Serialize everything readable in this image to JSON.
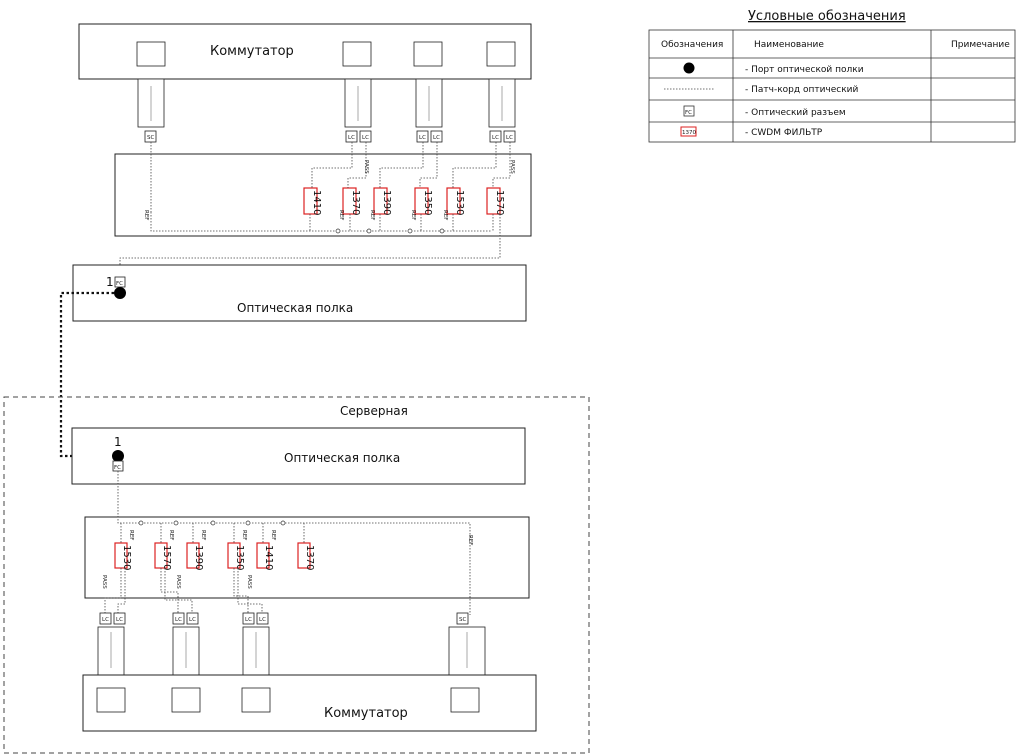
{
  "top": {
    "switch_label": "Коммутатор",
    "shelf_label": "Оптическая полка",
    "shelf_port_number": "1",
    "filters": [
      "1410",
      "1370",
      "1390",
      "1350",
      "1530",
      "1570"
    ]
  },
  "server_room": {
    "title": "Серверная",
    "shelf_label": "Оптическая полка",
    "shelf_port_number": "1",
    "switch_label": "Коммутатор",
    "filters": [
      "1530",
      "1570",
      "1390",
      "1350",
      "1410",
      "1370"
    ]
  },
  "labels": {
    "ref": "REF",
    "pass": "PASS",
    "lc": "LC",
    "sc": "SC",
    "fc": "FC"
  },
  "legend": {
    "title": "Условные обозначения",
    "headers": [
      "Обозначения",
      "Наименование",
      "Примечание"
    ],
    "rows": [
      {
        "symbol": "port-dot",
        "name": "- Порт оптической полки"
      },
      {
        "symbol": "patch-line",
        "name": "- Патч-корд оптический"
      },
      {
        "symbol": "fc-connector",
        "name": "- Оптический разъем",
        "glyph": "FC"
      },
      {
        "symbol": "filter-box",
        "name": "- CWDM ФИЛЬТР",
        "glyph": "1370"
      }
    ]
  },
  "colors": {
    "filter_border": "#dd2222",
    "line": "#222222"
  }
}
